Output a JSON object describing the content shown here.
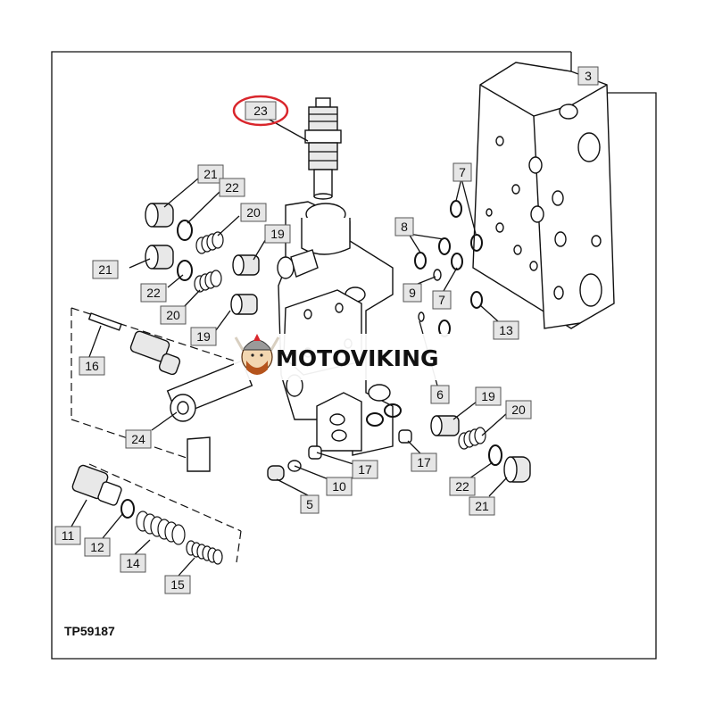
{
  "figure_id": "TP59187",
  "watermark": {
    "brand": "MOTOVIKING"
  },
  "highlighted_callout": "23",
  "accent_colors": {
    "highlight": "#d9262c",
    "callout_fill": "#e6e6e6"
  },
  "callouts": [
    {
      "id": "c3",
      "label": "3"
    },
    {
      "id": "c23",
      "label": "23"
    },
    {
      "id": "c21a",
      "label": "21"
    },
    {
      "id": "c22a",
      "label": "22"
    },
    {
      "id": "c20a",
      "label": "20"
    },
    {
      "id": "c19a",
      "label": "19"
    },
    {
      "id": "c21b",
      "label": "21"
    },
    {
      "id": "c22b",
      "label": "22"
    },
    {
      "id": "c20b",
      "label": "20"
    },
    {
      "id": "c19b",
      "label": "19"
    },
    {
      "id": "c7a",
      "label": "7"
    },
    {
      "id": "c8",
      "label": "8"
    },
    {
      "id": "c9",
      "label": "9"
    },
    {
      "id": "c7b",
      "label": "7"
    },
    {
      "id": "c13",
      "label": "13"
    },
    {
      "id": "c16",
      "label": "16"
    },
    {
      "id": "c6",
      "label": "6"
    },
    {
      "id": "c24",
      "label": "24"
    },
    {
      "id": "c19c",
      "label": "19"
    },
    {
      "id": "c20c",
      "label": "20"
    },
    {
      "id": "c17a",
      "label": "17"
    },
    {
      "id": "c17b",
      "label": "17"
    },
    {
      "id": "c10",
      "label": "10"
    },
    {
      "id": "c5",
      "label": "5"
    },
    {
      "id": "c22c",
      "label": "22"
    },
    {
      "id": "c21c",
      "label": "21"
    },
    {
      "id": "c11",
      "label": "11"
    },
    {
      "id": "c12",
      "label": "12"
    },
    {
      "id": "c14",
      "label": "14"
    },
    {
      "id": "c15",
      "label": "15"
    }
  ]
}
